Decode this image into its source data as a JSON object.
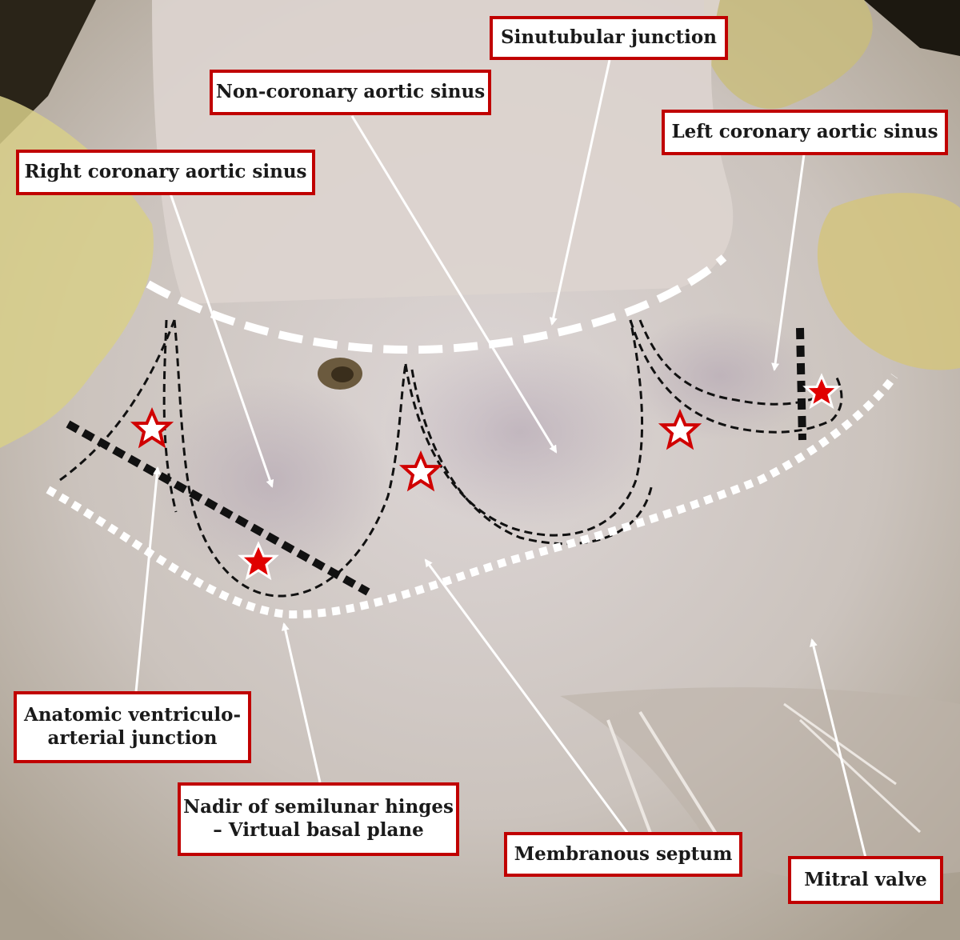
{
  "colors": {
    "label_border": "#c00000",
    "label_background": "#ffffff",
    "arrow": "#ffffff",
    "star_fill": "#e00000",
    "tissue": "#cfc6bd"
  },
  "labels": {
    "sinutubular_junction": "Sinutubular junction",
    "non_coronary_sinus": "Non-coronary aortic sinus",
    "left_coronary_sinus": "Left coronary aortic sinus",
    "right_coronary_sinus": "Right coronary aortic sinus",
    "va_junction_line1": "Anatomic ventriculo-",
    "va_junction_line2": "arterial junction",
    "nadir_line1": "Nadir of semilunar hinges",
    "nadir_line2": "– Virtual basal plane",
    "membranous_septum": "Membranous septum",
    "mitral_valve": "Mitral valve"
  },
  "icons": {
    "star_marker": "star-icon"
  }
}
